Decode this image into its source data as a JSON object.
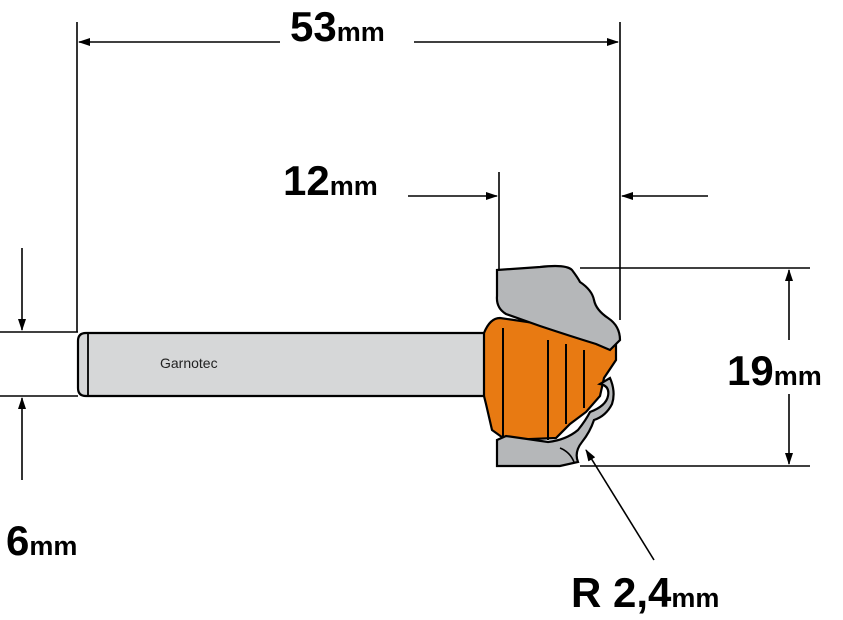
{
  "dimensions": {
    "overall_length": {
      "value": "53",
      "unit": "mm"
    },
    "cutting_length": {
      "value": "12",
      "unit": "mm"
    },
    "cutting_height": {
      "value": "19",
      "unit": "mm"
    },
    "shank_diameter": {
      "value": "6",
      "unit": "mm"
    },
    "profile_radius": {
      "value": "R 2,4",
      "unit": "mm"
    }
  },
  "shank_label": "Garnotec",
  "colors": {
    "body_orange": "#E87A12",
    "steel_gray": "#B5B7B9",
    "shank_gray": "#D6D7D8",
    "line_black": "#000000"
  }
}
